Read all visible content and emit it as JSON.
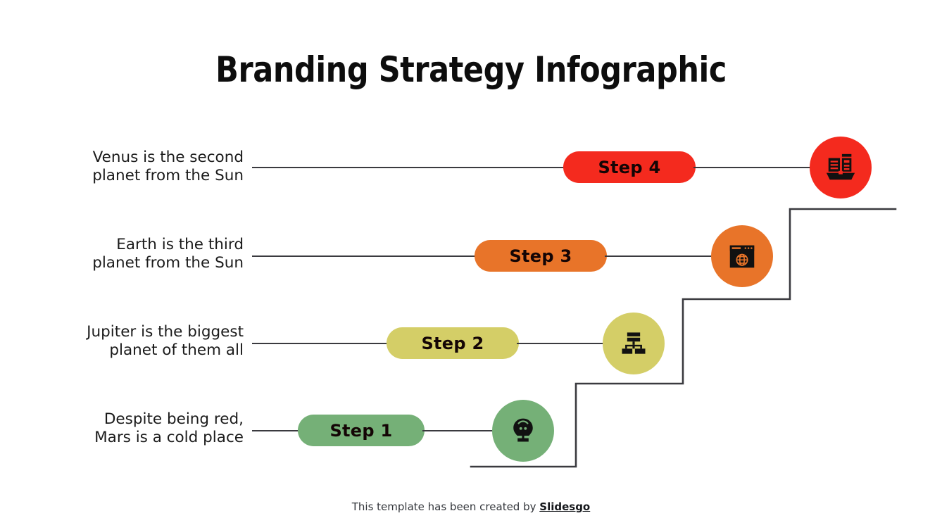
{
  "page": {
    "title": "Branding Strategy Infographic",
    "background": "#ffffff",
    "line_color": "#3a3a3f"
  },
  "footer": {
    "text_prefix": "This template has been created by ",
    "brand": "Slidesgo"
  },
  "steps": [
    {
      "id": "step-1",
      "label": "Step 1",
      "description_line1": "Despite being red,",
      "description_line2": "Mars is a cold place",
      "color": "#75b077",
      "icon": "lightbulb-icon"
    },
    {
      "id": "step-2",
      "label": "Step 2",
      "description_line1": "Jupiter is the biggest",
      "description_line2": "planet of them all",
      "color": "#d4ce67",
      "icon": "hierarchy-icon"
    },
    {
      "id": "step-3",
      "label": "Step 3",
      "description_line1": "Earth is the third",
      "description_line2": "planet from the Sun",
      "color": "#e87429",
      "icon": "browser-globe-icon"
    },
    {
      "id": "step-4",
      "label": "Step 4",
      "description_line1": "Venus is the second",
      "description_line2": "planet from the Sun",
      "color": "#f42a1e",
      "icon": "presentation-board-icon"
    }
  ]
}
